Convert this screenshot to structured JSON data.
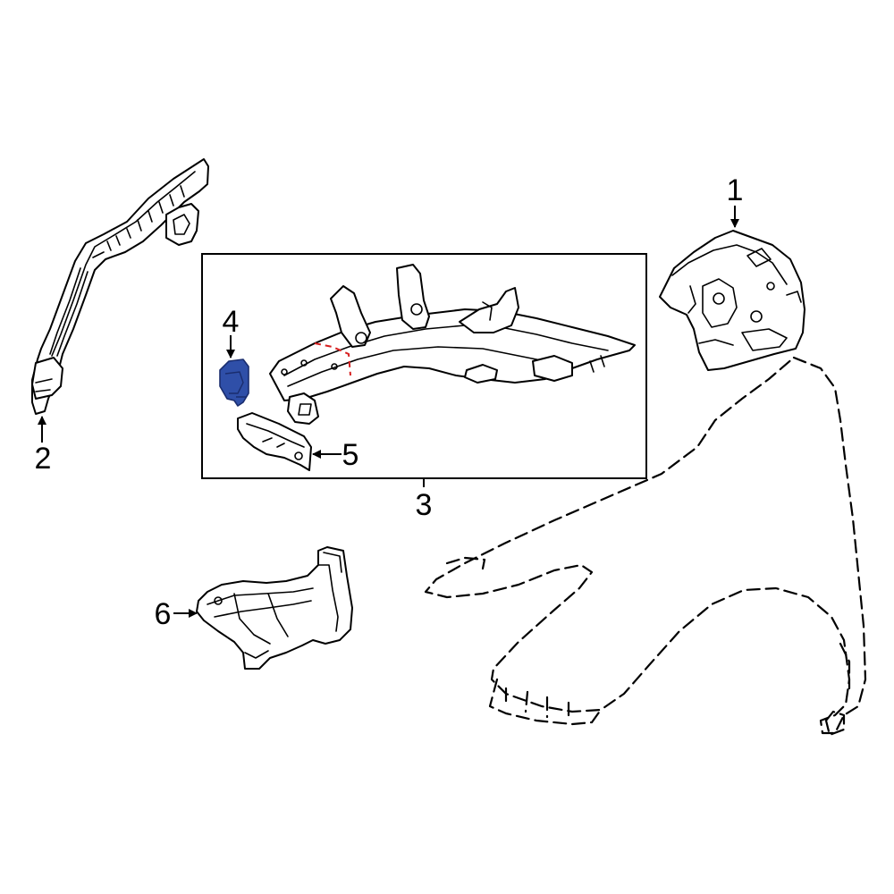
{
  "callouts": {
    "c1": "1",
    "c2": "2",
    "c3": "3",
    "c4": "4",
    "c5": "5",
    "c6": "6"
  },
  "colors": {
    "highlight": "#2f4fa8",
    "highlight_stroke": "#1a2d6e",
    "cut_line": "#d62020",
    "line": "#000000"
  }
}
